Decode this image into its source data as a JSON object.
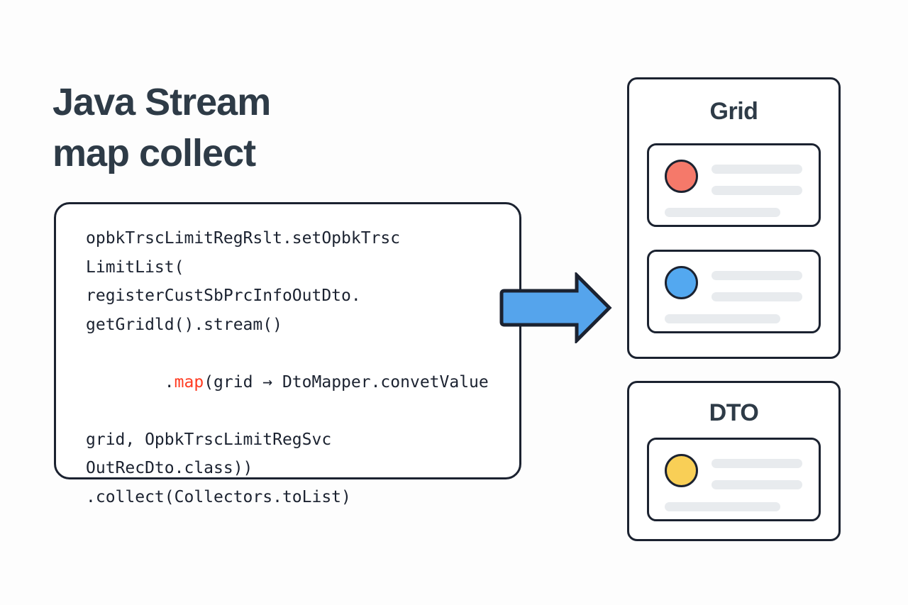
{
  "page": {
    "background_color": "#fdfdfd",
    "ink_color": "#1b2230",
    "heading_color": "#2e3b47"
  },
  "title": {
    "line1": "Java Stream",
    "line2": "map collect"
  },
  "code_card": {
    "lines": [
      {
        "text": "opbkTrscLimitRegRslt.setOpbkTrsc",
        "highlight": null
      },
      {
        "text": "LimitList(",
        "highlight": null
      },
      {
        "text": "registerCustSbPrcInfoOutDto.",
        "highlight": null
      },
      {
        "text": "getGridld().stream()",
        "highlight": null
      },
      {
        "text": ".map(grid → DtoMapper.convetValue",
        "highlight": "map"
      },
      {
        "text": "grid, OpbkTrscLimitRegSvc",
        "highlight": null
      },
      {
        "text": "OutRecDto.class))",
        "highlight": null
      },
      {
        "text": ".collect(Collectors.toList)",
        "highlight": null
      }
    ],
    "highlight_color": "#ff3b21",
    "text_color": "#1b2230"
  },
  "arrow": {
    "name": "right-arrow",
    "direction": "right",
    "fill_color": "#55a4ec",
    "stroke_color": "#1b2230"
  },
  "panels": [
    {
      "id": "grid",
      "title": "Grid",
      "cards": [
        {
          "dot_color": "#f5796a",
          "dot_name": "red-dot",
          "bars": 3
        },
        {
          "dot_color": "#53a8f0",
          "dot_name": "blue-dot",
          "bars": 3
        }
      ]
    },
    {
      "id": "dto",
      "title": "DTO",
      "cards": [
        {
          "dot_color": "#f9cf56",
          "dot_name": "yellow-dot",
          "bars": 3
        }
      ]
    }
  ],
  "placeholder_bar_color": "#e8ebee"
}
